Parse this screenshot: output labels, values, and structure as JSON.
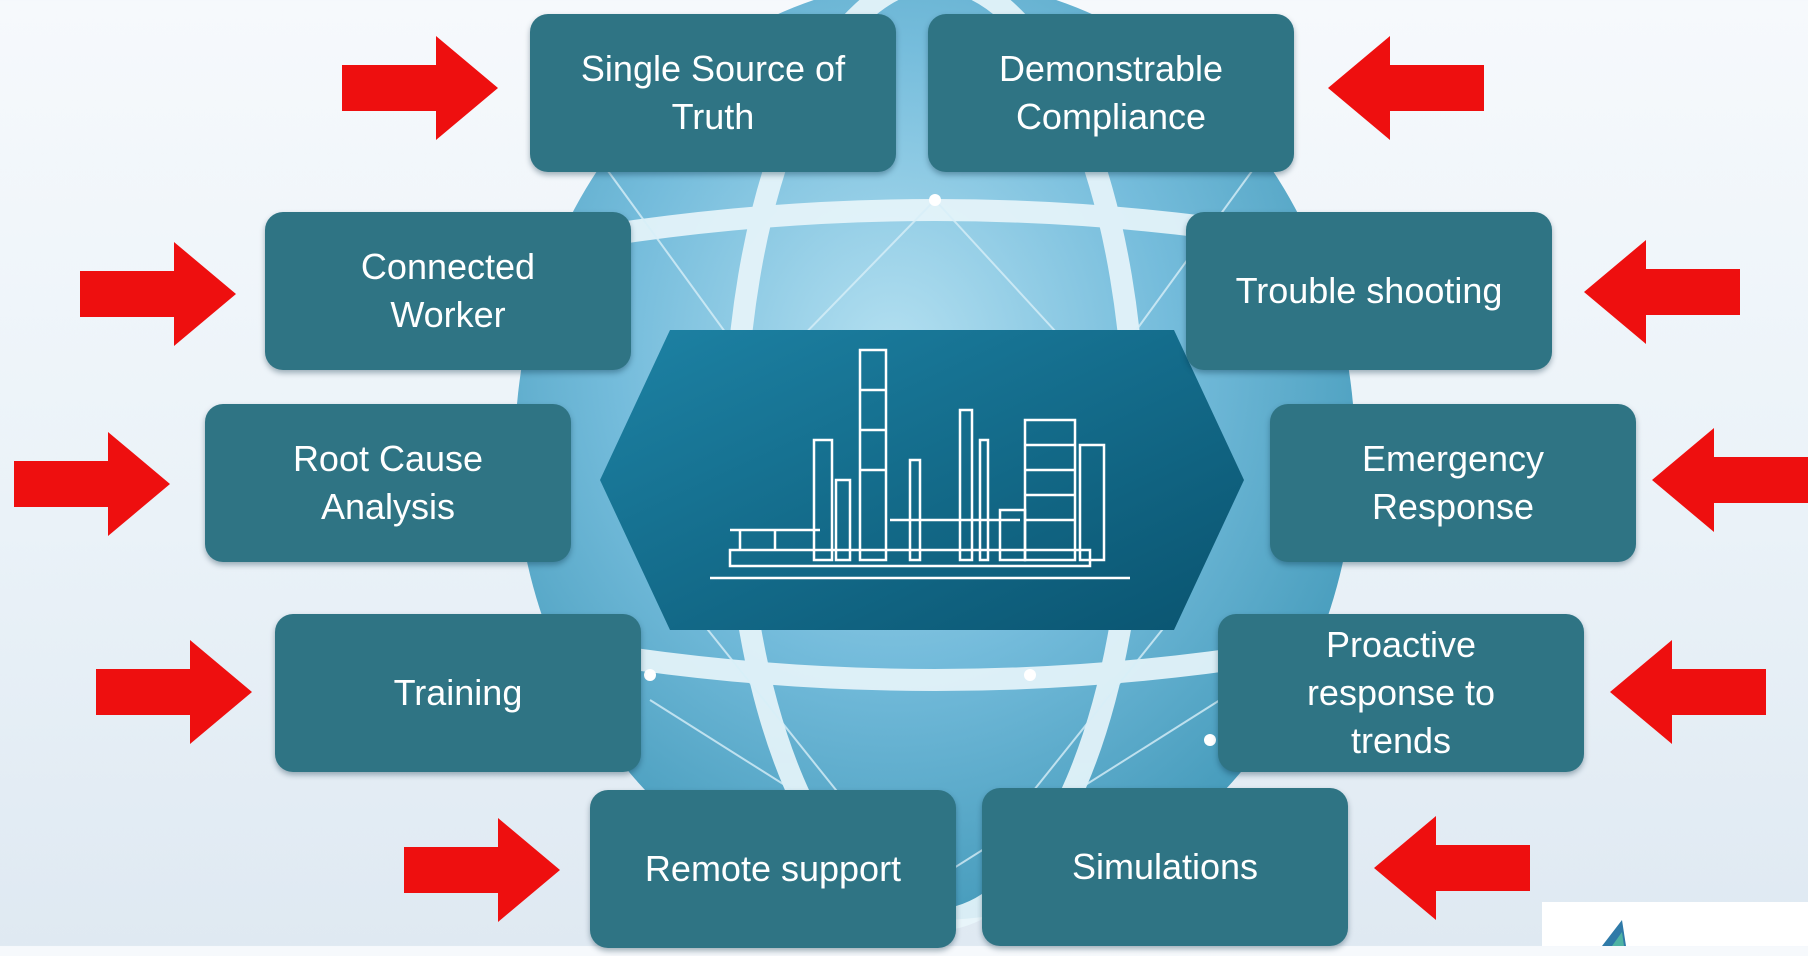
{
  "colors": {
    "box_fill": "#2f7484",
    "arrow": "#ee0f0f",
    "globe_light": "#7ec4e0",
    "globe_dark": "#2d8fb3",
    "hub_fill": "#0e5f7e"
  },
  "icons": {
    "center": "industrial-plant-icon",
    "arrow": "red-arrow-icon",
    "logo": "company-logo-icon"
  },
  "boxes": {
    "single_source": "Single Source of\nTruth",
    "compliance": "Demonstrable\nCompliance",
    "connected_worker": "Connected\nWorker",
    "trouble_shooting": "Trouble shooting",
    "root_cause": "Root Cause\nAnalysis",
    "emergency": "Emergency\nResponse",
    "training": "Training",
    "proactive": "Proactive\nresponse to\ntrends",
    "remote_support": "Remote support",
    "simulations": "Simulations"
  }
}
